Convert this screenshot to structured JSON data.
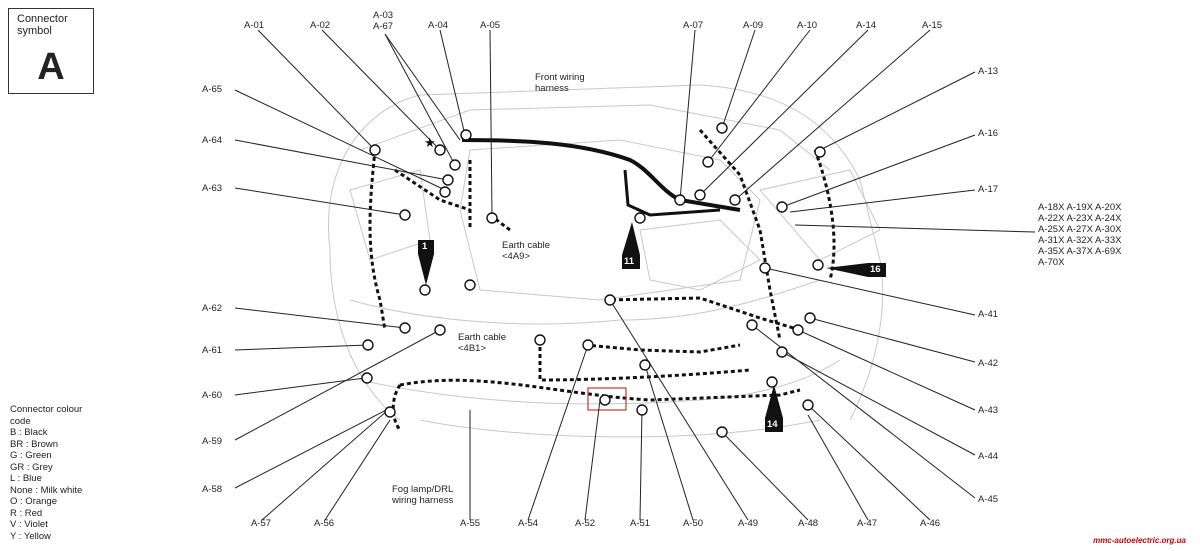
{
  "connector_symbol": {
    "title": "Connector symbol",
    "letter": "A"
  },
  "legend": {
    "title": "Connector colour code",
    "items": [
      "B : Black",
      "BR : Brown",
      "G : Green",
      "GR : Grey",
      "L : Blue",
      "None : Milk white",
      "O : Orange",
      "R : Red",
      "V : Violet",
      "Y : Yellow"
    ]
  },
  "labels": {
    "a01": "A-01",
    "a02": "A-02",
    "a03": "A-03",
    "a67": "A-67",
    "a04": "A-04",
    "a05": "A-05",
    "a07": "A-07",
    "a09": "A-09",
    "a10": "A-10",
    "a14": "A-14",
    "a15": "A-15",
    "a13": "A-13",
    "a16": "A-16",
    "a17": "A-17",
    "a41": "A-41",
    "a42": "A-42",
    "a43": "A-43",
    "a44": "A-44",
    "a45": "A-45",
    "a46": "A-46",
    "a47": "A-47",
    "a48": "A-48",
    "a49": "A-49",
    "a50": "A-50",
    "a51": "A-51",
    "a52": "A-52",
    "a54": "A-54",
    "a55": "A-55",
    "a56": "A-56",
    "a57": "A-57",
    "a58": "A-58",
    "a59": "A-59",
    "a60": "A-60",
    "a61": "A-61",
    "a62": "A-62",
    "a63": "A-63",
    "a64": "A-64",
    "a65": "A-65"
  },
  "group_label": [
    "A-18X A-19X A-20X",
    "A-22X A-23X A-24X",
    "A-25X A-27X A-30X",
    "A-31X A-32X A-33X",
    "A-35X A-37X A-69X",
    "A-70X"
  ],
  "annotations": {
    "front_wiring": "Front wiring harness",
    "earth_4a9_a": "Earth cable",
    "earth_4a9_b": "<4A9>",
    "earth_4b1_a": "Earth cable",
    "earth_4b1_b": "<4B1>",
    "fog_a": "Fog lamp/DRL",
    "fog_b": "wiring harness"
  },
  "markers": {
    "m1": "1",
    "m11": "11",
    "m14": "14",
    "m16": "16"
  },
  "watermark": "mmc-autoelectric.org.ua"
}
